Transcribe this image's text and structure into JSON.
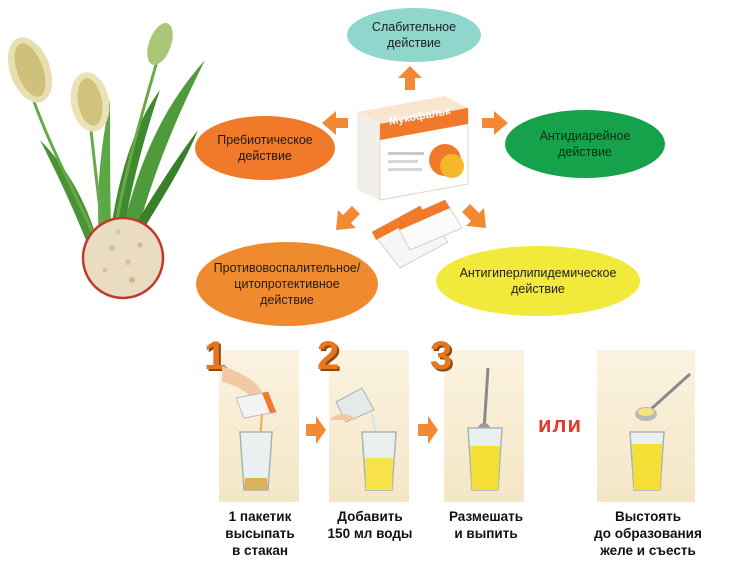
{
  "effects": {
    "laxative": "Слабительное\nдействие",
    "prebiotic": "Пребиотическое\nдействие",
    "antidiarrheal": "Антидиарейное\nдействие",
    "anti_inflammatory": "Противовоспалительное/\nцитопротективное\nдействие",
    "antihyperlipidemic": "Антигиперлипидемическое\nдействие"
  },
  "product": {
    "name": "Мукофальк"
  },
  "steps": [
    {
      "number": "1",
      "caption": "1 пакетик\nвысыпать\nв стакан"
    },
    {
      "number": "2",
      "caption": "Добавить\n150 мл воды"
    },
    {
      "number": "3",
      "caption": "Размешать\nи выпить"
    }
  ],
  "or_label": "или",
  "alt_step": {
    "caption": "Выстоять\nдо образования\nжеле и съесть"
  },
  "colors": {
    "laxative": "#8fd6cd",
    "prebiotic": "#f07a2a",
    "antidiarrheal": "#16a24a",
    "anti_inflammatory": "#f08a2e",
    "antihyperlipidemic": "#f1ea3a",
    "arrow": "#f28a33",
    "step_number": "#e8761f",
    "or": "#e23b2a"
  }
}
